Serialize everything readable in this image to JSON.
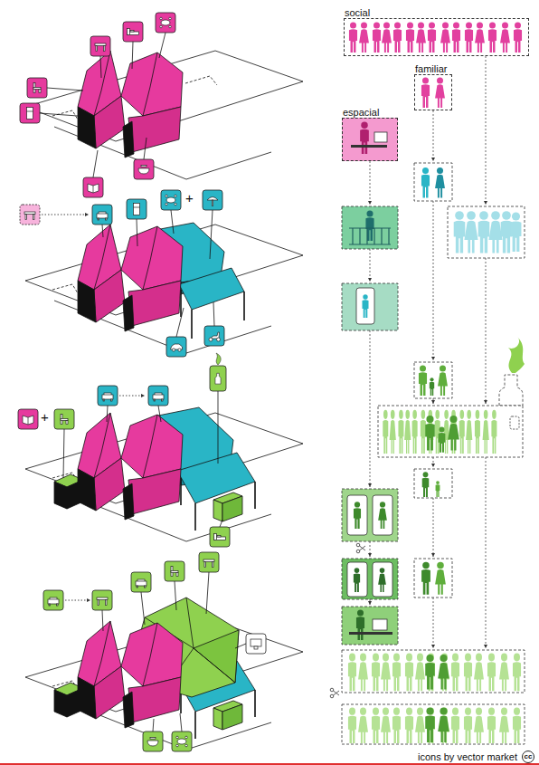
{
  "diagram": {
    "nodes": [
      {
        "text": [
          "social"
        ]
      },
      {
        "text": [
          "familiar"
        ]
      },
      {
        "text": [
          "espacial"
        ]
      }
    ],
    "labels": [
      "+",
      "+",
      "icons by vector market",
      "cc"
    ]
  }
}
